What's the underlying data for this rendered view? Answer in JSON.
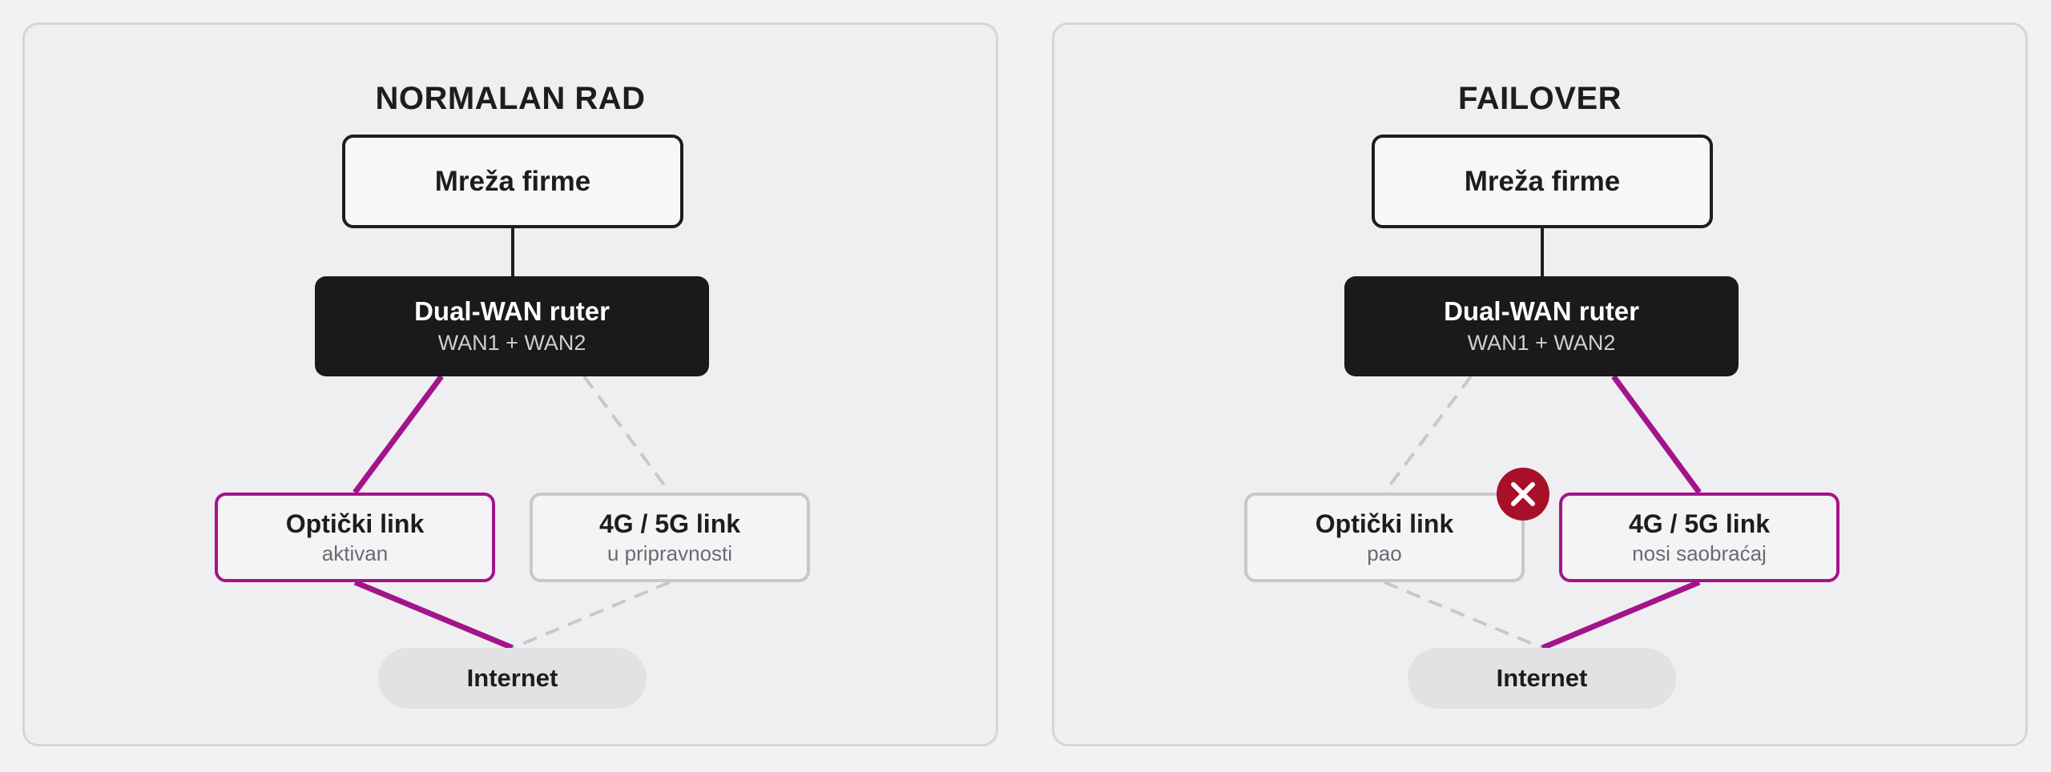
{
  "panels": [
    {
      "title": "NORMALAN RAD",
      "network_label": "Mreža firme",
      "router_title": "Dual-WAN ruter",
      "router_subtitle": "WAN1 + WAN2",
      "link_a": {
        "title": "Optički link",
        "status": "aktivan",
        "state": "active"
      },
      "link_b": {
        "title": "4G / 5G link",
        "status": "u pripravnosti",
        "state": "standby"
      },
      "internet_label": "Internet"
    },
    {
      "title": "FAILOVER",
      "network_label": "Mreža firme",
      "router_title": "Dual-WAN ruter",
      "router_subtitle": "WAN1 + WAN2",
      "link_a": {
        "title": "Optički link",
        "status": "pao",
        "state": "failed"
      },
      "link_b": {
        "title": "4G / 5G link",
        "status": "nosi saobraćaj",
        "state": "active"
      },
      "internet_label": "Internet",
      "failure_icon": "x-circle-icon"
    }
  ],
  "colors": {
    "active_link": "#a3148a",
    "standby_link": "#c8c8cc",
    "router_fill": "#1a1a1a",
    "failure_marker": "#a8102a"
  }
}
